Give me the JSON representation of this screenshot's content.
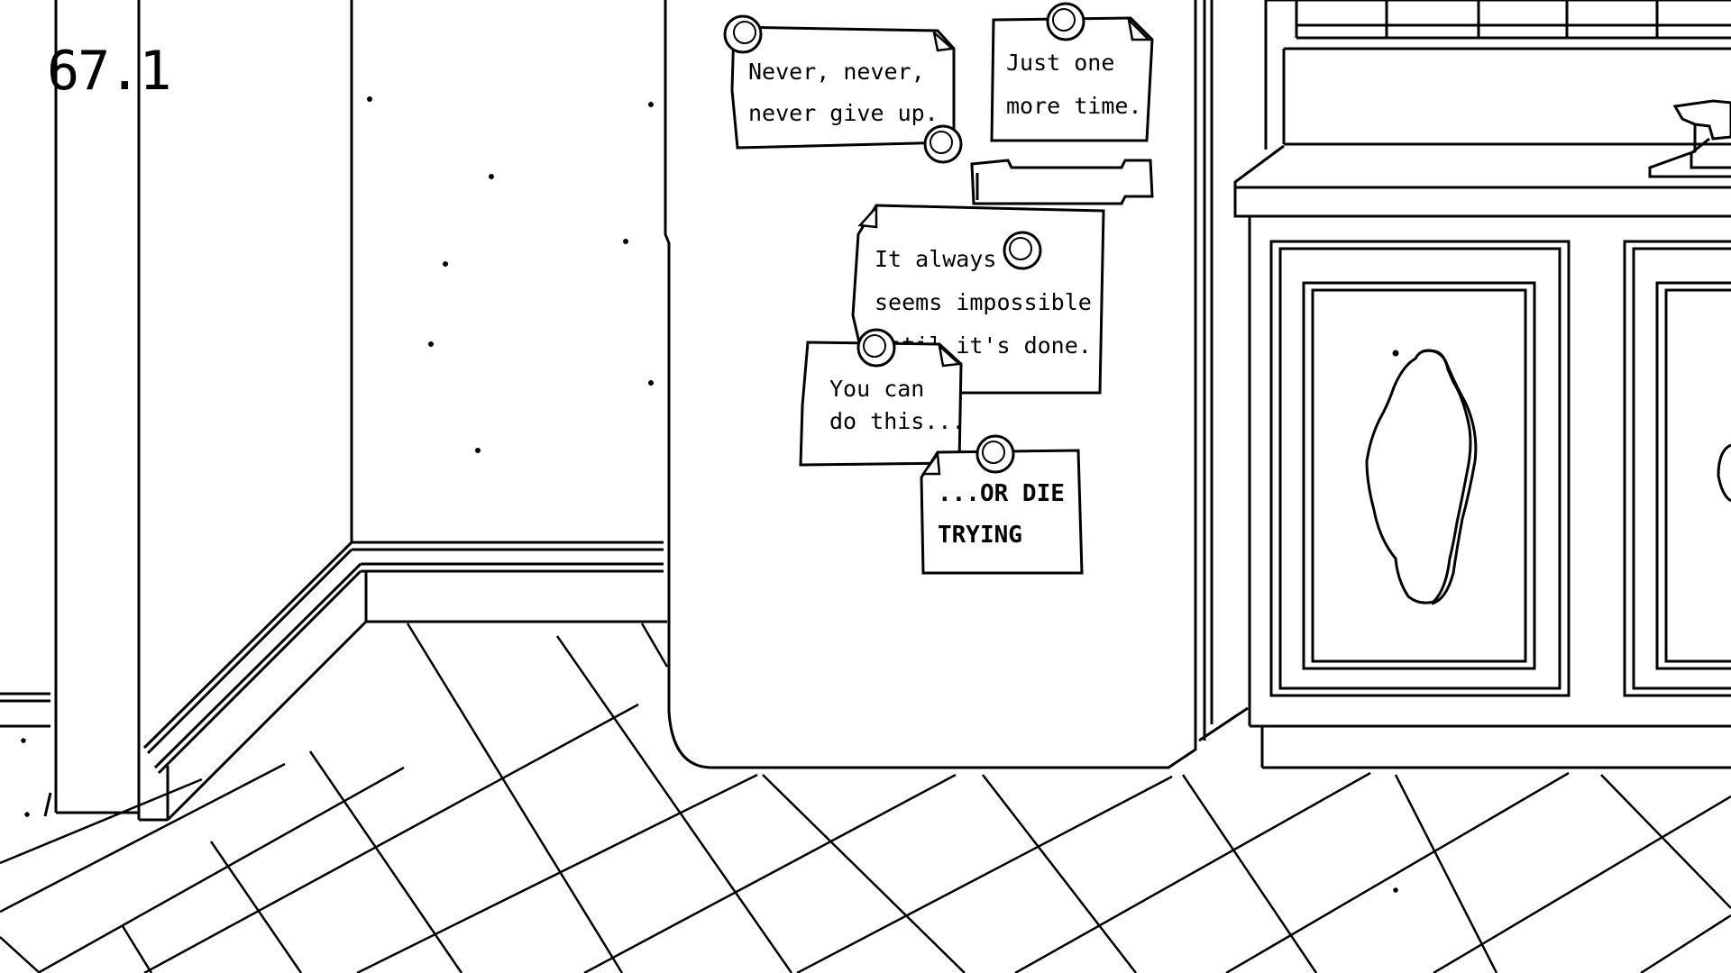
{
  "hud": {
    "fps_counter": "67.1"
  },
  "notes": {
    "never_give_up": [
      "Never, never,",
      "never give up."
    ],
    "just_one_more": [
      "Just one",
      "more time."
    ],
    "impossible": [
      "It always",
      "seems impossible",
      "until it's done."
    ],
    "you_can": [
      "You can",
      "do this..."
    ],
    "or_die": [
      "...OR DIE",
      "TRYING"
    ]
  },
  "palette": {
    "line": "#000000",
    "fill": "#ffffff"
  }
}
